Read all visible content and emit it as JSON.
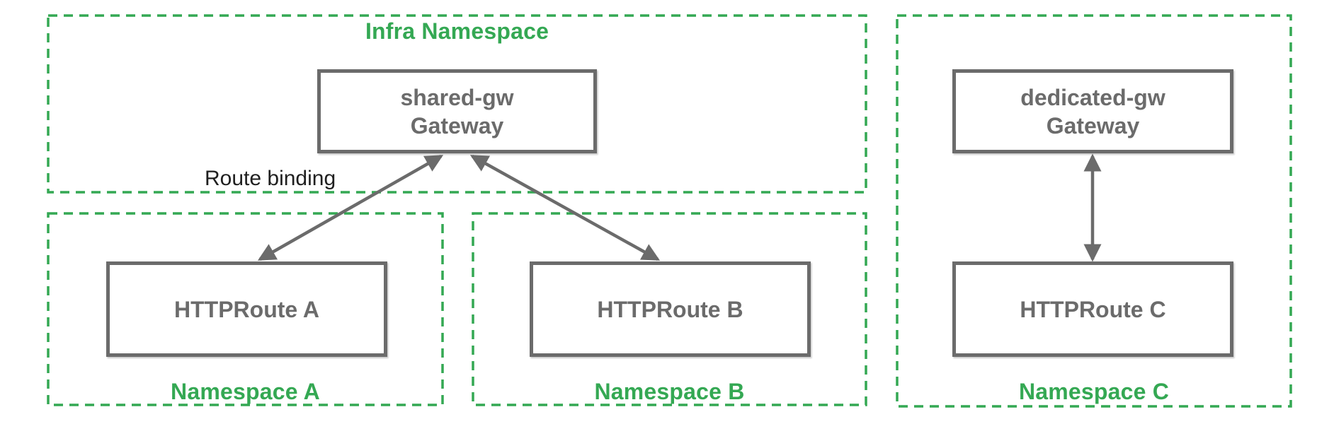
{
  "colors": {
    "namespace_green": "#34a853",
    "box_gray": "#6b6b6b",
    "annotation_black": "#1f1f1f"
  },
  "infra_namespace": {
    "label": "Infra Namespace",
    "gateway": {
      "name": "shared-gw",
      "kind": "Gateway"
    }
  },
  "annotation": {
    "route_binding": "Route binding"
  },
  "namespace_a": {
    "label": "Namespace A",
    "httproute": "HTTPRoute A"
  },
  "namespace_b": {
    "label": "Namespace B",
    "httproute": "HTTPRoute B"
  },
  "namespace_c": {
    "label": "Namespace C",
    "gateway": {
      "name": "dedicated-gw",
      "kind": "Gateway"
    },
    "httproute": "HTTPRoute C"
  }
}
